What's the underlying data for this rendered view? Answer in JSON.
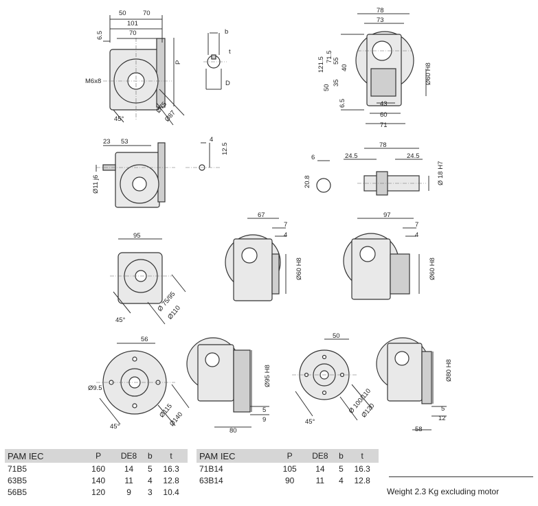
{
  "dimensions": {
    "top_left": [
      "50",
      "70",
      "101",
      "70",
      "6.5",
      "P",
      "M6x8",
      "Ø75",
      "Ø87",
      "45°"
    ],
    "shaft_key": [
      "b",
      "t",
      "D"
    ],
    "top_right": [
      "78",
      "73",
      "121.5",
      "71.5",
      "55",
      "40",
      "35",
      "50",
      "6.5",
      "Ø60 H8",
      "43",
      "60",
      "71"
    ],
    "mid_left": [
      "23",
      "53",
      "Ø11 j6"
    ],
    "small_key": [
      "4",
      "12.5"
    ],
    "mid_right": [
      "78",
      "24.5",
      "24.5",
      "6",
      "20.8",
      "Ø 18 H7"
    ],
    "flange_a": [
      "95",
      "Ø 75/95",
      "Ø110",
      "45°"
    ],
    "flange_b": [
      "67",
      "7",
      "4",
      "Ø60 H8"
    ],
    "flange_c": [
      "97",
      "7",
      "4",
      "Ø60 H8"
    ],
    "bottom_left": [
      "56",
      "Ø9.5",
      "Ø115",
      "Ø140",
      "45°"
    ],
    "bottom_mid": [
      "Ø95 H8",
      "5",
      "9",
      "80"
    ],
    "bottom_c": [
      "50",
      "Ø 100/110",
      "Ø120",
      "45°"
    ],
    "bottom_right": [
      "Ø80 H8",
      "5",
      "12",
      "58"
    ]
  },
  "tables": [
    {
      "headers": [
        "PAM IEC",
        "P",
        "DE8",
        "b",
        "t"
      ],
      "rows": [
        [
          "71B5",
          "160",
          "14",
          "5",
          "16.3"
        ],
        [
          "63B5",
          "140",
          "11",
          "4",
          "12.8"
        ],
        [
          "56B5",
          "120",
          "9",
          "3",
          "10.4"
        ]
      ]
    },
    {
      "headers": [
        "PAM IEC",
        "P",
        "DE8",
        "b",
        "t"
      ],
      "rows": [
        [
          "71B14",
          "105",
          "14",
          "5",
          "16.3"
        ],
        [
          "63B14",
          "90",
          "11",
          "4",
          "12.8"
        ]
      ]
    }
  ],
  "note": "Weight 2.3 Kg excluding motor"
}
